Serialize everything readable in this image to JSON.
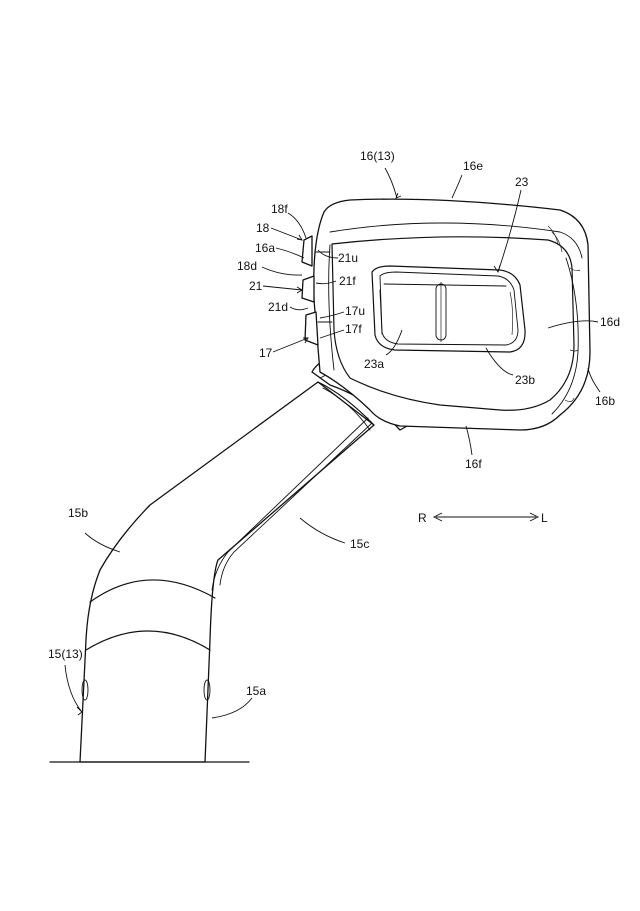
{
  "labels": {
    "housing": "16(13)",
    "top_face": "16e",
    "mirror_assembly": "23",
    "part_18f": "18f",
    "part_18": "18",
    "part_16a": "16a",
    "part_21u": "21u",
    "part_18d": "18d",
    "part_21f": "21f",
    "part_21": "21",
    "part_17u": "17u",
    "part_21d": "21d",
    "part_17f": "17f",
    "part_17": "17",
    "part_16d": "16d",
    "part_23a": "23a",
    "part_23b": "23b",
    "part_16b": "16b",
    "part_16f": "16f",
    "part_15b": "15b",
    "part_15c": "15c",
    "stay": "15(13)",
    "part_15a": "15a"
  },
  "direction": {
    "right": "R",
    "left": "L"
  }
}
